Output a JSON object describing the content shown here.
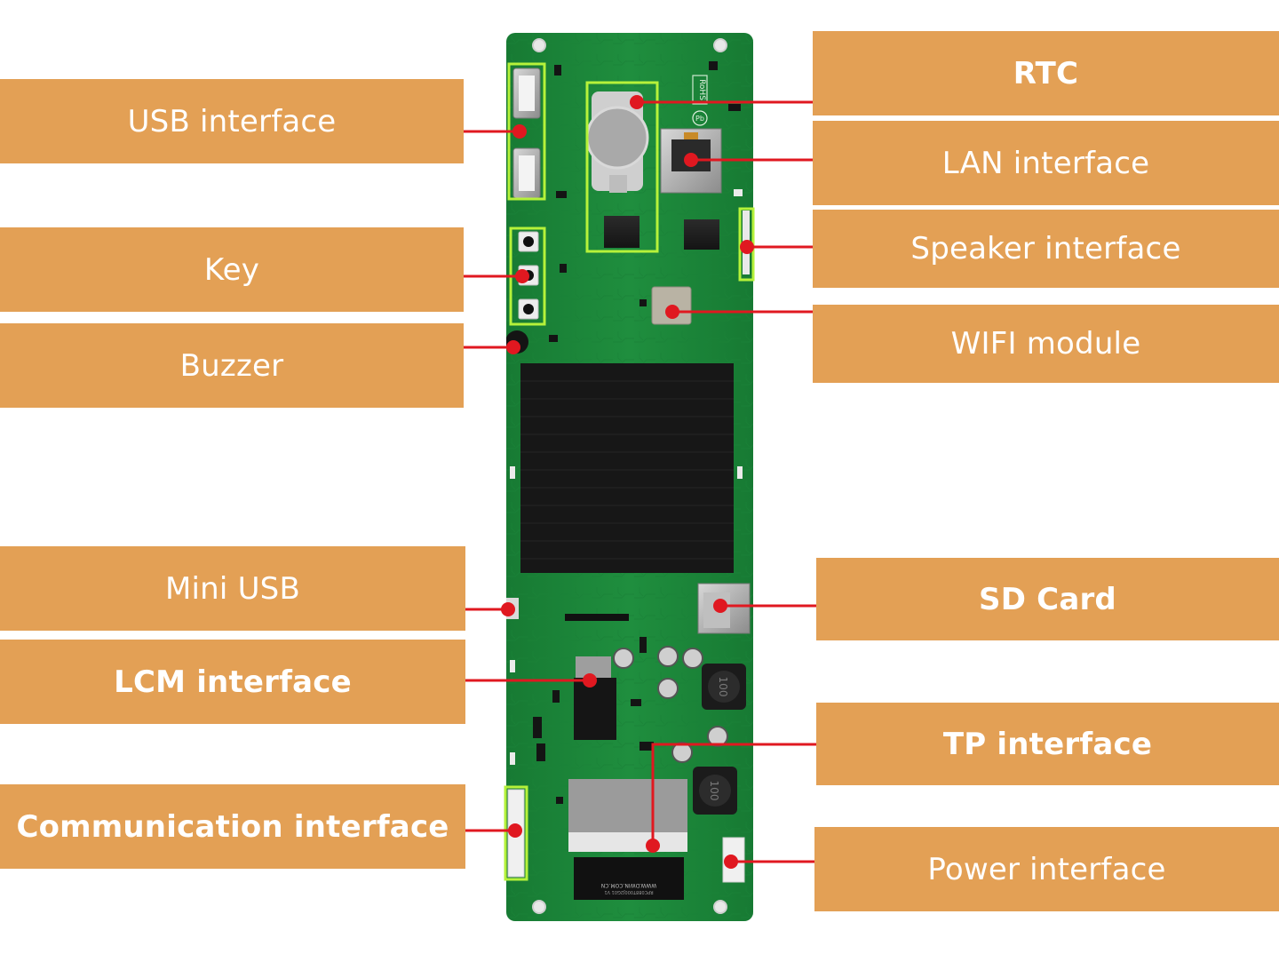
{
  "labels": {
    "usb": "USB interface",
    "key": "Key",
    "buzzer": "Buzzer",
    "mini_usb": "Mini USB",
    "lcm": "LCM interface",
    "communication": "Communication interface",
    "rtc": "RTC",
    "lan": "LAN interface",
    "speaker": "Speaker interface",
    "wifi": "WIFI module",
    "sd": "SD Card",
    "tp": "TP interface",
    "power": "Power interface"
  },
  "board_text": {
    "rohs": "RoHS",
    "pb": "Pb",
    "site": "WWW.DWIN.COM.CN",
    "model": "RPC088T000J2G01 V1",
    "inductor": "100"
  },
  "colors": {
    "label_bg": "#e3a055",
    "label_text": "#ffffff",
    "pcb": "#1f8a3c",
    "leader": "#e01820",
    "highlight": "#b6f23a"
  }
}
